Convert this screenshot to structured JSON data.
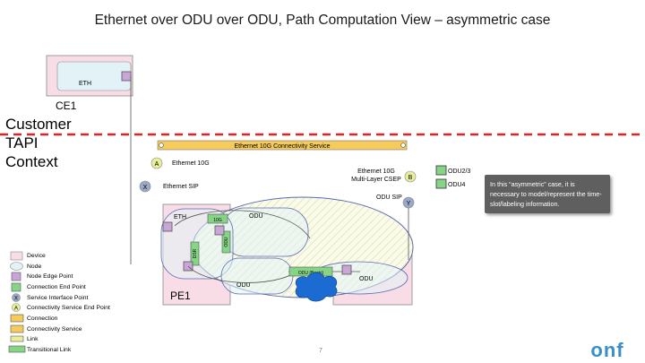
{
  "title": "Ethernet over ODU over ODU, Path Computation View – asymmetric case",
  "customer_context": [
    "Customer",
    "TAPI",
    "Context"
  ],
  "nodes": {
    "ce1": {
      "label": "CE1",
      "port_label": "ETH"
    },
    "pe1": {
      "label": "PE1"
    }
  },
  "connectivity_service": {
    "label": "Ethernet 10G Connectivity Service"
  },
  "labels": {
    "ethernet10g": "Ethernet 10G",
    "ethernet_sip": "Ethernet SIP",
    "multilayer_csep_line1": "Ethernet 10G",
    "multilayer_csep_line2": "Multi-Layer CSEP",
    "odu_sip": "ODU SIP",
    "eth_inner": "ETH",
    "odu_top": "ODU",
    "odu_mid": "ODU",
    "odu_right": "ODU",
    "odu_box": "ODU (Booki)",
    "tiny_10g": "10G",
    "tiny_odu": "ODU",
    "tiny_dsr": "DSR"
  },
  "endpoint_letters": {
    "a": "A",
    "x": "X",
    "b": "B",
    "y": "Y"
  },
  "side_legend": [
    "ODU2/3",
    "ODU4"
  ],
  "note": "In this “asymmetric” case, it is necessary to model/represent the time-slot/labeling information.",
  "legend": [
    {
      "label": "Device",
      "icon": "device-icon"
    },
    {
      "label": "Node",
      "icon": "node-icon"
    },
    {
      "label": "Node Edge Point",
      "icon": "node-edge-point-icon"
    },
    {
      "label": "Connection End Point",
      "icon": "connection-end-point-icon"
    },
    {
      "label": "Service Interface Point",
      "icon": "service-interface-point-icon",
      "letter": "X"
    },
    {
      "label": "Connectivity Service End Point",
      "icon": "connectivity-service-end-point-icon",
      "letter": "A"
    },
    {
      "label": "Connection",
      "icon": "connection-icon"
    },
    {
      "label": "Connectivity Service",
      "icon": "connectivity-service-icon"
    },
    {
      "label": "Link",
      "icon": "link-icon"
    },
    {
      "label": "Transitional Link",
      "icon": "transitional-link-icon"
    }
  ],
  "page_number": "7",
  "logo_text": "onf",
  "colors": {
    "device_fill": "#f8dde6",
    "nep_fill": "#c8a6d8",
    "cep_fill": "#86d586",
    "node_fill": "#e2f2f6",
    "service_fill": "#f6ca5b",
    "sip_fill": "#9aa9c7",
    "csep_fill": "#e9ee9a",
    "red_dashed": "#e22222",
    "cloud": "#1c6bd3",
    "logo": "#3a8fc6"
  }
}
